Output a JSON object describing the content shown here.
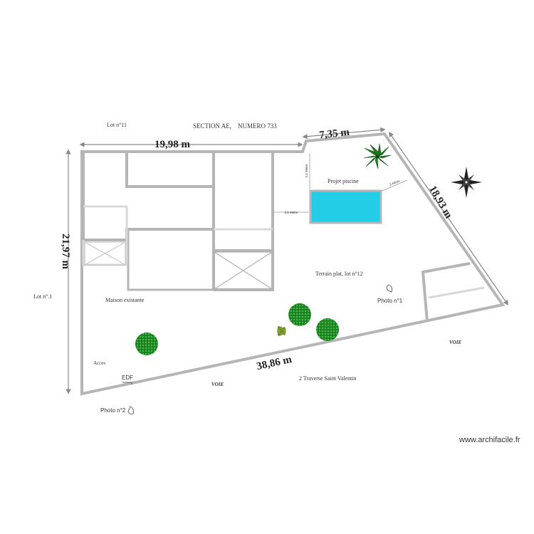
{
  "labels": {
    "lot_top": "Lot n°11",
    "section": "SECTION AE,",
    "numero": "NUMERO 733",
    "lot_left": "Lot n°.1",
    "maison": "Maison existante",
    "terrain": "Terrain plat, lot n°12",
    "projet_piscine": "Projet piscine",
    "acces": "Acces",
    "edf": "EDF",
    "photo1": "Photo n°1",
    "photo2": "Photo n°2",
    "voie_left": "VOIE",
    "voie_right": "VOIE",
    "address": "2 Traverse Saint Valentin",
    "watermark": "www.archifacile.fr"
  },
  "dimensions": {
    "top_left": "19,98 m",
    "top_right": "7,35 m",
    "right": "18,93 m",
    "left": "21,97 m",
    "bottom": "38,86 m",
    "pool_gap_left": "2,5 Mètre",
    "pool_gap_top": "2,4 Mètre",
    "pool_gap_right": "3 Mètre"
  },
  "colors": {
    "wall": "#b5b5b5",
    "pool": "#23cde6",
    "tree": "#2e9a2e",
    "dimension_line": "#888888"
  },
  "icons": {
    "compass": "compass-rose-icon",
    "palm": "palm-tree-icon",
    "small_plant": "small-plant-icon",
    "camera": "camera-icon"
  }
}
